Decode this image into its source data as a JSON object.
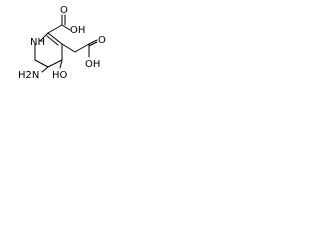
{
  "molecule": {
    "labels": {
      "cooh_top_o": "O",
      "cooh_top_oh": "OH",
      "nh": "NH",
      "side_o": "O",
      "side_oh": "OH",
      "ring_oh": "HO",
      "nh2": "H2N"
    }
  },
  "colors": {
    "bond": "#000000",
    "text": "#000000",
    "background": "#ffffff"
  }
}
